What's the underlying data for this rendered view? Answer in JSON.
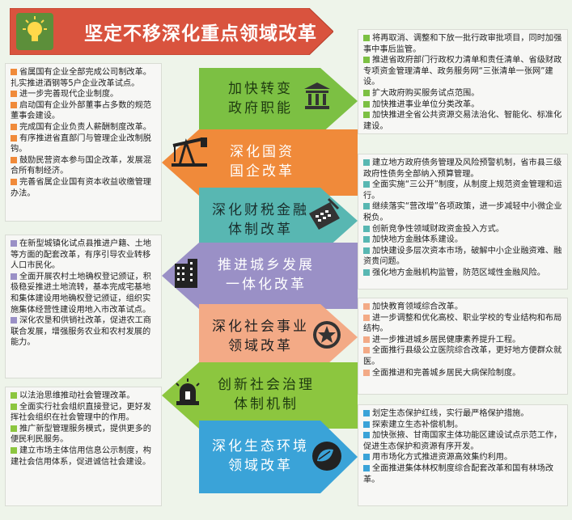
{
  "banner": {
    "title": "坚定不移深化重点领域改革"
  },
  "colors": {
    "green": "#7cc043",
    "orange": "#f08a3a",
    "teal": "#58b7b2",
    "purple": "#9a90c6",
    "salmon": "#f3aa86",
    "lime": "#8cc63f",
    "blue": "#3aa3d8",
    "banner_red": "#d9533e"
  },
  "sections": [
    {
      "key": "gov",
      "title": "加快转变\n政府职能",
      "icon": "government-building-icon",
      "items": [
        "将再取消、调整和下放一批行政审批项目，同时加强事中事后监管。",
        "推进省政府部门行政权力清单和责任清单、省级财政专项资金管理清单、政务服务网“三张清单一张网”建设。",
        "扩大政府购买服务试点范围。",
        "加快推进事业单位分类改革。",
        "加快推进全省公共资源交易法治化、智能化、标准化建设。"
      ]
    },
    {
      "key": "soe",
      "title": "深化国资\n国企改革",
      "icon": "oil-pump-icon",
      "items": [
        "省属国有企业全部完成公司制改革。扎实推进酒钢等5户企业改革试点。",
        "进一步完善现代企业制度。",
        "启动国有企业外部董事占多数的规范董事会建设。",
        "完成国有企业负责人薪酬制度改革。",
        "有序推进省直部门与管理企业改制脱钩。",
        "鼓励民营资本参与国企改革，发展混合所有制经济。",
        "完善省属企业国有资本收益收缴管理办法。"
      ]
    },
    {
      "key": "fin",
      "title": "深化财税金融\n体制改革",
      "icon": "calculator-icon",
      "items": [
        "建立地方政府债务管理及风险预警机制，省市县三级政府性债务全部纳入预算管理。",
        "全面实施“三公开”制度，从制度上规范资金管理和运行。",
        "继续落实“营改增”各项政策，进一步减轻中小微企业税负。",
        "创新竞争性领域财政资金投入方式。",
        "加快地方金融体系建设。",
        "加快建设多层次资本市场，破解中小企业融资难、融资贵问题。",
        "强化地方金融机构监管，防范区域性金融风险。"
      ]
    },
    {
      "key": "urban",
      "title": "推进城乡发展\n一体化改革",
      "icon": "city-buildings-icon",
      "items": [
        "在新型城镇化试点县推进户籍、土地等方面的配套改革，有序引导农业转移人口市民化。",
        "全面开展农村土地确权登记颁证，积极稳妥推进土地流转，基本完成宅基地和集体建设用地确权登记颁证，组织实施集体经营性建设用地入市改革试点。",
        "深化农垦和供销社改革，促进农工商联合发展，增强服务农业和农村发展的能力。"
      ]
    },
    {
      "key": "social",
      "title": "深化社会事业\n领域改革",
      "icon": "star-badge-icon",
      "items": [
        "加快教育领域综合改革。",
        "进一步调整和优化高校、职业学校的专业结构和布局结构。",
        "进一步推进城乡居民健康素养提升工程。",
        "全面推行县级公立医院综合改革，更好地方便群众就医。",
        "全面推进和完善城乡居民大病保险制度。"
      ]
    },
    {
      "key": "gov_social",
      "title": "创新社会治理\n体制机制",
      "icon": "siren-icon",
      "items": [
        "以法治思维推动社会管理改革。",
        "全面实行社会组织直接登记，更好发挥社会组织在社会管理中的作用。",
        "推广新型管理服务模式，提供更多的便民利民服务。",
        "建立市场主体信用信息公示制度，构建社会信用体系，促进诚信社会建设。"
      ]
    },
    {
      "key": "eco",
      "title": "深化生态环境\n领域改革",
      "icon": "leaves-icon",
      "items": [
        "划定生态保护红线，实行最严格保护措施。",
        "探索建立生态补偿机制。",
        "加快张掖、甘南国家主体功能区建设试点示范工作，促进生态保护和资源有序开发。",
        "用市场化方式推进资源高效集约利用。",
        "全面推进集体林权制度综合配套改革和国有林场改革。"
      ]
    }
  ]
}
